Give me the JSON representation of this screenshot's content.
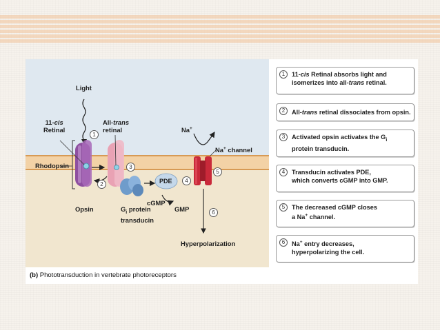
{
  "diagram": {
    "labels": {
      "light": "Light",
      "cis_retinal_prefix": "11-",
      "cis_retinal_italic": "cis",
      "retinal_word": "Retinal",
      "all_trans_prefix": "All-",
      "all_trans_italic": "trans",
      "retinal_word_lower": "retinal",
      "rhodopsin": "Rhodopsin",
      "opsin": "Opsin",
      "gi_protein": "G",
      "gi_sub": "i",
      "gi_protein_rest": " protein",
      "transducin": "transducin",
      "cgmp": "cGMP",
      "gmp": "GMP",
      "pde": "PDE",
      "na_ion": "Na",
      "na_sup": "+",
      "na_channel_prefix": "Na",
      "na_channel_sup": "+",
      "na_channel_rest": " channel",
      "hyperpolarization": "Hyperpolarization"
    },
    "numbers": [
      "1",
      "2",
      "3",
      "4",
      "5",
      "6"
    ],
    "caption_bold": "(b)",
    "caption_text": " Phototransduction in vertebrate photoreceptors",
    "colors": {
      "opsin": "#8e4fa0",
      "all_trans_opsin": "#e9a2b4",
      "transducin": "#6f9ccb",
      "pde": "#c5d8ea",
      "na_channel": "#c9293a",
      "membrane": "#f3d2a6",
      "extracellular": "#dfe8f0",
      "cytoplasm": "#f1e6cf"
    }
  },
  "steps": [
    {
      "num": "1",
      "line1_a": "11-",
      "line1_i": "cis",
      "line1_b": " Retinal absorbs light and",
      "line2_a": "isomerizes into all-",
      "line2_i": "trans",
      "line2_b": " retinal."
    },
    {
      "num": "2",
      "line1_a": "All-",
      "line1_i": "trans",
      "line1_b": " retinal dissociates from opsin."
    },
    {
      "num": "3",
      "line1_a": "Activated opsin activates the G",
      "line1_sub": "i",
      "line2_a": "protein transducin."
    },
    {
      "num": "4",
      "line1_a": "Transducin activates PDE,",
      "line2_a": "which converts cGMP into GMP."
    },
    {
      "num": "5",
      "line1_a": "The decreased cGMP closes",
      "line2_a": "a Na",
      "line2_sup": "+",
      "line2_b": " channel."
    },
    {
      "num": "6",
      "line1_a": "Na",
      "line1_sup": "+",
      "line1_b": " entry decreases,",
      "line2_a": "hyperpolarizing the cell."
    }
  ]
}
